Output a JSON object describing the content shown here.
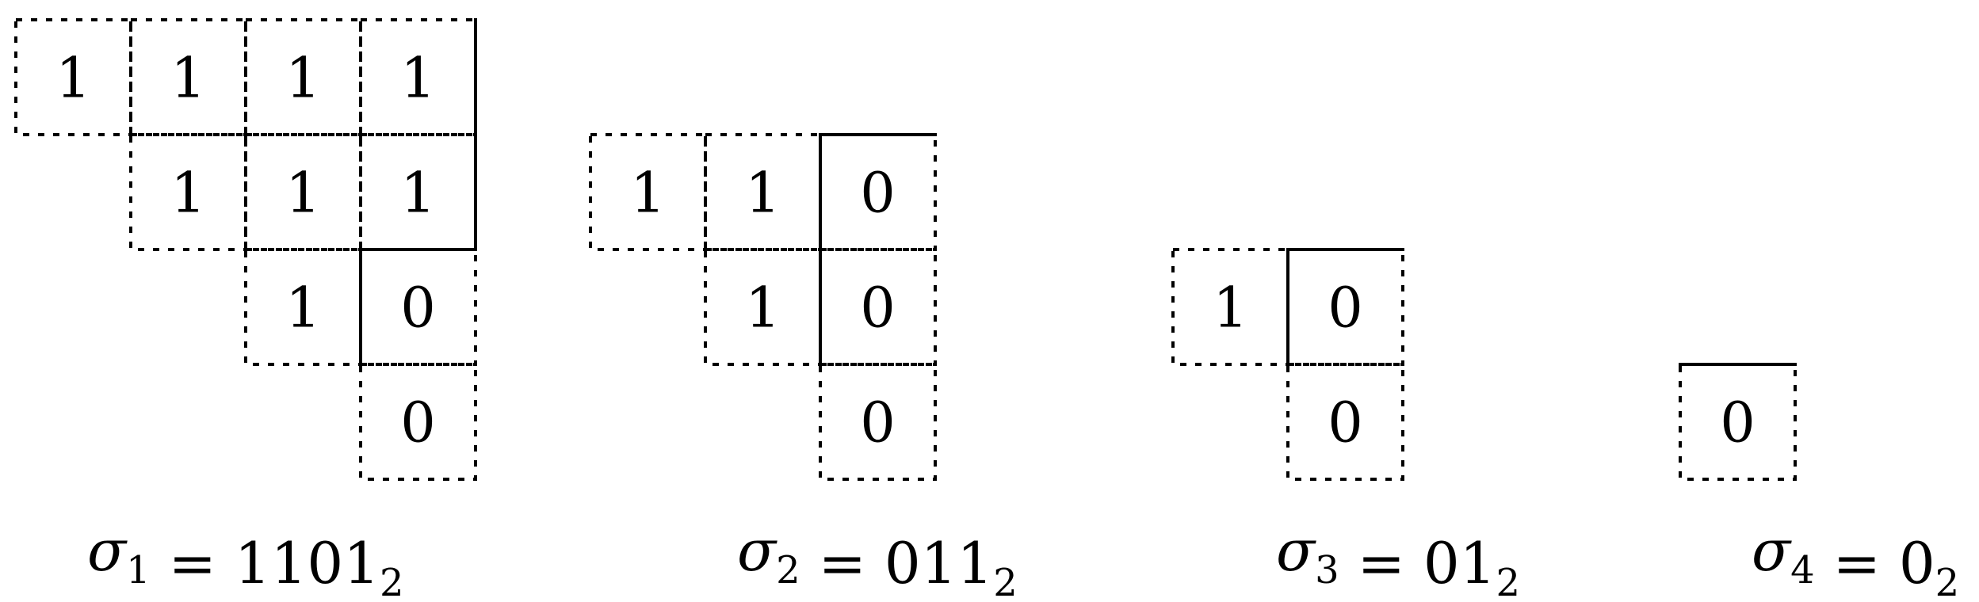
{
  "diagrams": [
    {
      "rows": [
        [
          "1",
          "1",
          "1",
          "1"
        ],
        [
          "1",
          "1",
          "1"
        ],
        [
          "1",
          "0"
        ],
        [
          "0"
        ]
      ],
      "label": {
        "sigma": "σ",
        "index": "1",
        "equals": "=",
        "bits": "1101",
        "base": "2"
      }
    },
    {
      "rows": [
        [
          "1",
          "1",
          "0"
        ],
        [
          "1",
          "0"
        ],
        [
          "0"
        ]
      ],
      "label": {
        "sigma": "σ",
        "index": "2",
        "equals": "=",
        "bits": "011",
        "base": "2"
      }
    },
    {
      "rows": [
        [
          "1",
          "0"
        ],
        [
          "0"
        ]
      ],
      "label": {
        "sigma": "σ",
        "index": "3",
        "equals": "=",
        "bits": "01",
        "base": "2"
      }
    },
    {
      "rows": [
        [
          "0"
        ]
      ],
      "label": {
        "sigma": "σ",
        "index": "4",
        "equals": "=",
        "bits": "0",
        "base": "2"
      }
    }
  ]
}
